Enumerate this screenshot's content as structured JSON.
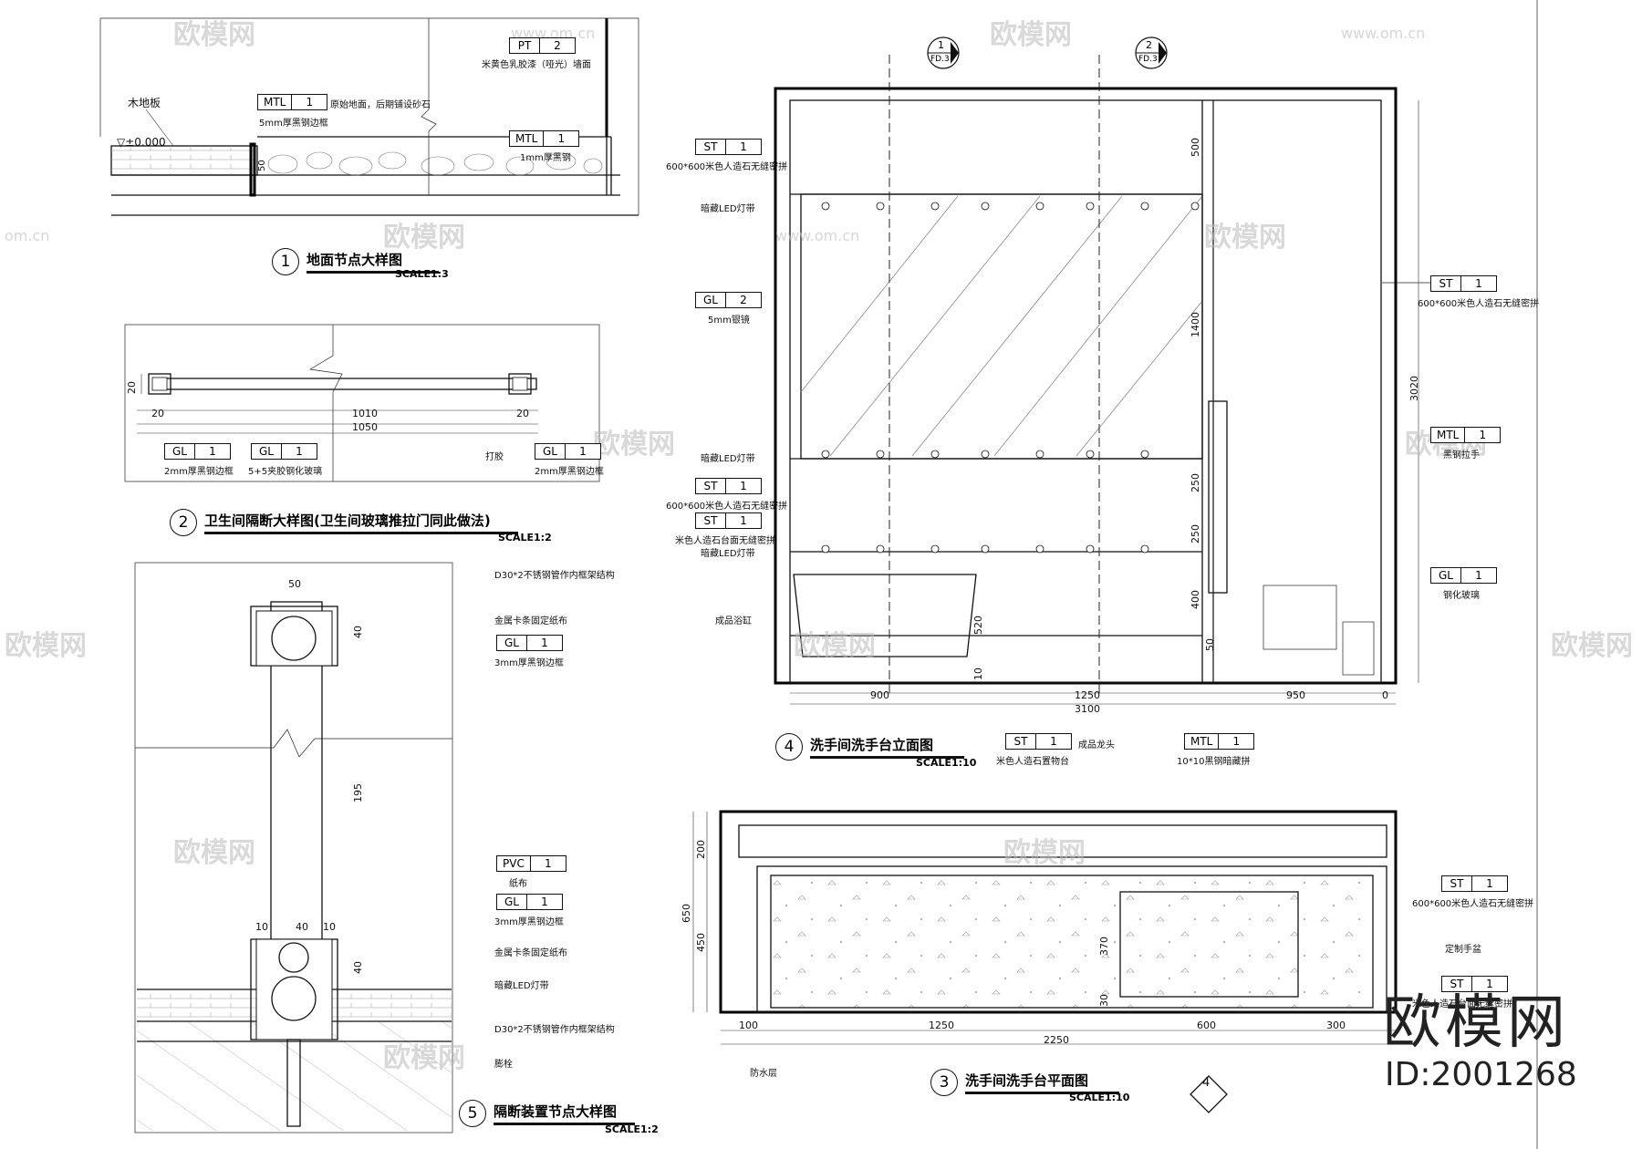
{
  "tags": {
    "pt2": {
      "code": "PT",
      "num": "2",
      "note": "米黄色乳胶漆（哑光）墙面"
    },
    "mtl1_d1": {
      "code": "MTL",
      "num": "1",
      "note": "原始地面，后期铺设砂石"
    },
    "mtl1_d1b": {
      "code": "MTL",
      "num": "1",
      "note": "1mm厚黑钢"
    },
    "d1_floor": "木地板",
    "d1_level": "±0.000",
    "d1_5mm": "5mm厚黑钢边框",
    "gl1_a": {
      "code": "GL",
      "num": "1",
      "note": "2mm厚黑钢边框"
    },
    "gl1_b": {
      "code": "GL",
      "num": "1",
      "note": "5+5夹胶钢化玻璃"
    },
    "gl1_c": {
      "code": "GL",
      "num": "1",
      "note": "2mm厚黑钢边框"
    },
    "d2_glue": "打胶",
    "d5_top": "D30*2不锈钢管作内框架结构",
    "d5_clip": "金属卡条固定纸布",
    "gl1_d": {
      "code": "GL",
      "num": "1",
      "note": "3mm厚黑钢边框"
    },
    "pvc1": {
      "code": "PVC",
      "num": "1",
      "note": "纸布"
    },
    "gl1_e": {
      "code": "GL",
      "num": "1",
      "note": "3mm厚黑钢边框"
    },
    "d5_clip2": "金属卡条固定纸布",
    "d5_led": "暗藏LED灯带",
    "d5_bottom": "D30*2不锈钢管作内框架结构",
    "d5_bolt": "膨栓",
    "st1_a": {
      "code": "ST",
      "num": "1",
      "note": "600*600米色人造石无缝密拼"
    },
    "e4_led1": "暗藏LED灯带",
    "gl2": {
      "code": "GL",
      "num": "2",
      "note": "5mm银镜"
    },
    "e4_led2": "暗藏LED灯带",
    "st1_b": {
      "code": "ST",
      "num": "1",
      "note": "600*600米色人造石无缝密拼"
    },
    "st1_c": {
      "code": "ST",
      "num": "1",
      "note": "米色人造石台面无缝密拼"
    },
    "e4_led3": "暗藏LED灯带",
    "e4_tub": "成品浴缸",
    "st1_d": {
      "code": "ST",
      "num": "1",
      "note": "600*600米色人造石无缝密拼"
    },
    "mtl1_e4": {
      "code": "MTL",
      "num": "1",
      "note": "黑钢拉手"
    },
    "gl1_f": {
      "code": "GL",
      "num": "1",
      "note": "钢化玻璃"
    },
    "st1_e": {
      "code": "ST",
      "num": "1",
      "note": "米色人造石置物台"
    },
    "e4_tap": "成品龙头",
    "mtl1_e4b": {
      "code": "MTL",
      "num": "1",
      "note": "10*10黑钢暗藏拼"
    },
    "st1_p3a": {
      "code": "ST",
      "num": "1",
      "note": "600*600米色人造石无缝密拼"
    },
    "p3_basin": "定制手盆",
    "st1_p3b": {
      "code": "ST",
      "num": "1",
      "note": "米色人造石台面无缝密拼"
    },
    "p3_water": "防水层",
    "section_marks": {
      "s1": "1",
      "s2": "2",
      "s_ref": "FD.3"
    }
  },
  "dims": {
    "d1": [
      "50"
    ],
    "d2": [
      "20",
      "20",
      "1010",
      "1050",
      "20"
    ],
    "d5": [
      "50",
      "40",
      "195",
      "10",
      "40",
      "10",
      "40"
    ],
    "e4v": [
      "500",
      "1400",
      "250",
      "250",
      "400",
      "520",
      "3020",
      "10",
      "50"
    ],
    "e4h": [
      "900",
      "1250",
      "950",
      "3100",
      "0"
    ],
    "p3v": [
      "200",
      "650",
      "450",
      "370",
      "30"
    ],
    "p3h": [
      "100",
      "1250",
      "600",
      "300",
      "2250"
    ]
  },
  "titles": [
    {
      "num": "1",
      "text": "地面节点大样图",
      "scale": "SCALE1:3"
    },
    {
      "num": "2",
      "text": "卫生间隔断大样图(卫生间玻璃推拉门同此做法)",
      "scale": "SCALE1:2"
    },
    {
      "num": "5",
      "text": "隔断装置节点大样图",
      "scale": "SCALE1:2"
    },
    {
      "num": "4",
      "text": "洗手间洗手台立面图",
      "scale": "SCALE1:10"
    },
    {
      "num": "3",
      "text": "洗手间洗手台平面图",
      "scale": "SCALE1:10"
    }
  ],
  "plan_marker": "4",
  "watermark": {
    "brand": "欧模网",
    "site": "www.om.cn",
    "site_short": "om.cn",
    "id": "ID:2001268"
  }
}
